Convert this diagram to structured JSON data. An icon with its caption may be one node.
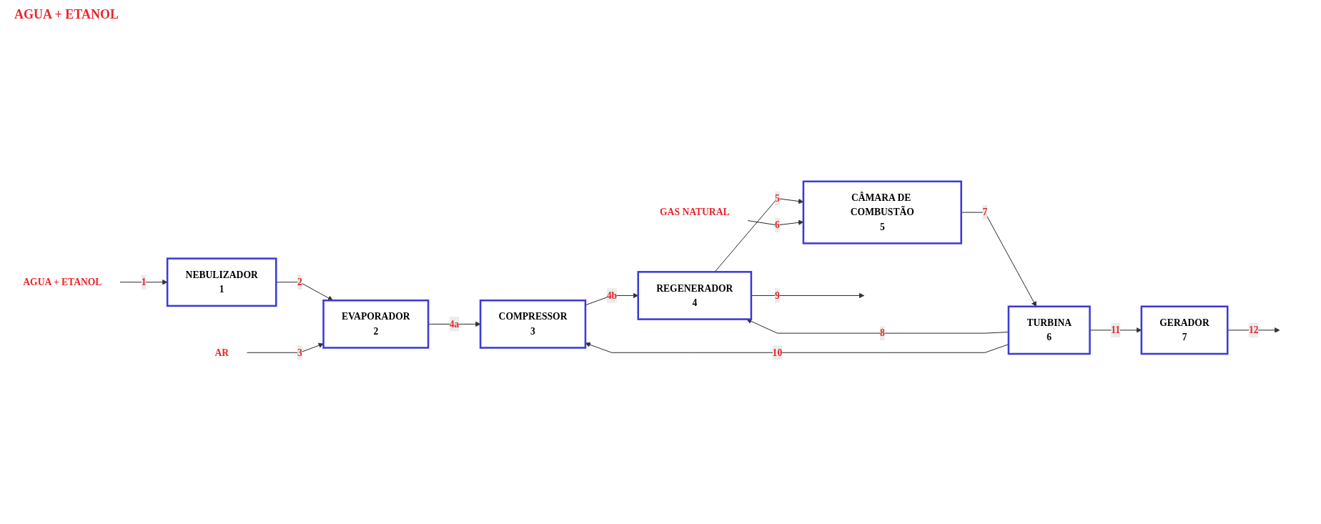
{
  "diagram": {
    "nodes": [
      {
        "text": [
          "AGUA + ETANOL"
        ]
      },
      {
        "text": [
          "NEBULIZADOR",
          "1"
        ]
      },
      {
        "text": [
          "EVAPORADOR",
          "2"
        ]
      },
      {
        "text": [
          "COMPRESSOR",
          "3"
        ]
      },
      {
        "text": [
          "REGENERADOR",
          "4"
        ]
      },
      {
        "text": [
          "CÂMARA DE COMBUSTÃO",
          "5"
        ]
      },
      {
        "text": [
          "TURBINA",
          "6"
        ]
      },
      {
        "text": [
          "GERADOR",
          "7"
        ]
      },
      {
        "text": [
          "AR"
        ]
      },
      {
        "text": [
          "GAS NATURAL"
        ]
      }
    ],
    "edges": [
      {
        "from": 0,
        "to": 1,
        "arrow": "to",
        "label": "1"
      },
      {
        "from": 1,
        "to": 2,
        "arrow": "to",
        "label": "2"
      },
      {
        "from": 8,
        "to": 2,
        "arrow": "to",
        "label": "3"
      },
      {
        "from": 2,
        "to": 3,
        "arrow": "to",
        "label": "4a"
      },
      {
        "from": 3,
        "to": 4,
        "arrow": "to",
        "label": "4b"
      },
      {
        "from": 4,
        "to": 5,
        "arrow": "to",
        "label": "5"
      },
      {
        "from": 9,
        "to": 5,
        "arrow": "to",
        "label": "6"
      },
      {
        "from": 5,
        "to": 6,
        "arrow": "to",
        "label": "7"
      },
      {
        "from": 6,
        "to": 4,
        "arrow": "to",
        "label": "8"
      },
      {
        "from": 4,
        "to": null,
        "arrow": "to",
        "label": "9"
      },
      {
        "from": 6,
        "to": 3,
        "arrow": "to",
        "label": "10"
      },
      {
        "from": 6,
        "to": 7,
        "arrow": "to",
        "label": "11"
      },
      {
        "from": 7,
        "to": null,
        "arrow": "to",
        "label": "12"
      }
    ],
    "labels": [
      "AGUA + ETANOL"
    ]
  }
}
